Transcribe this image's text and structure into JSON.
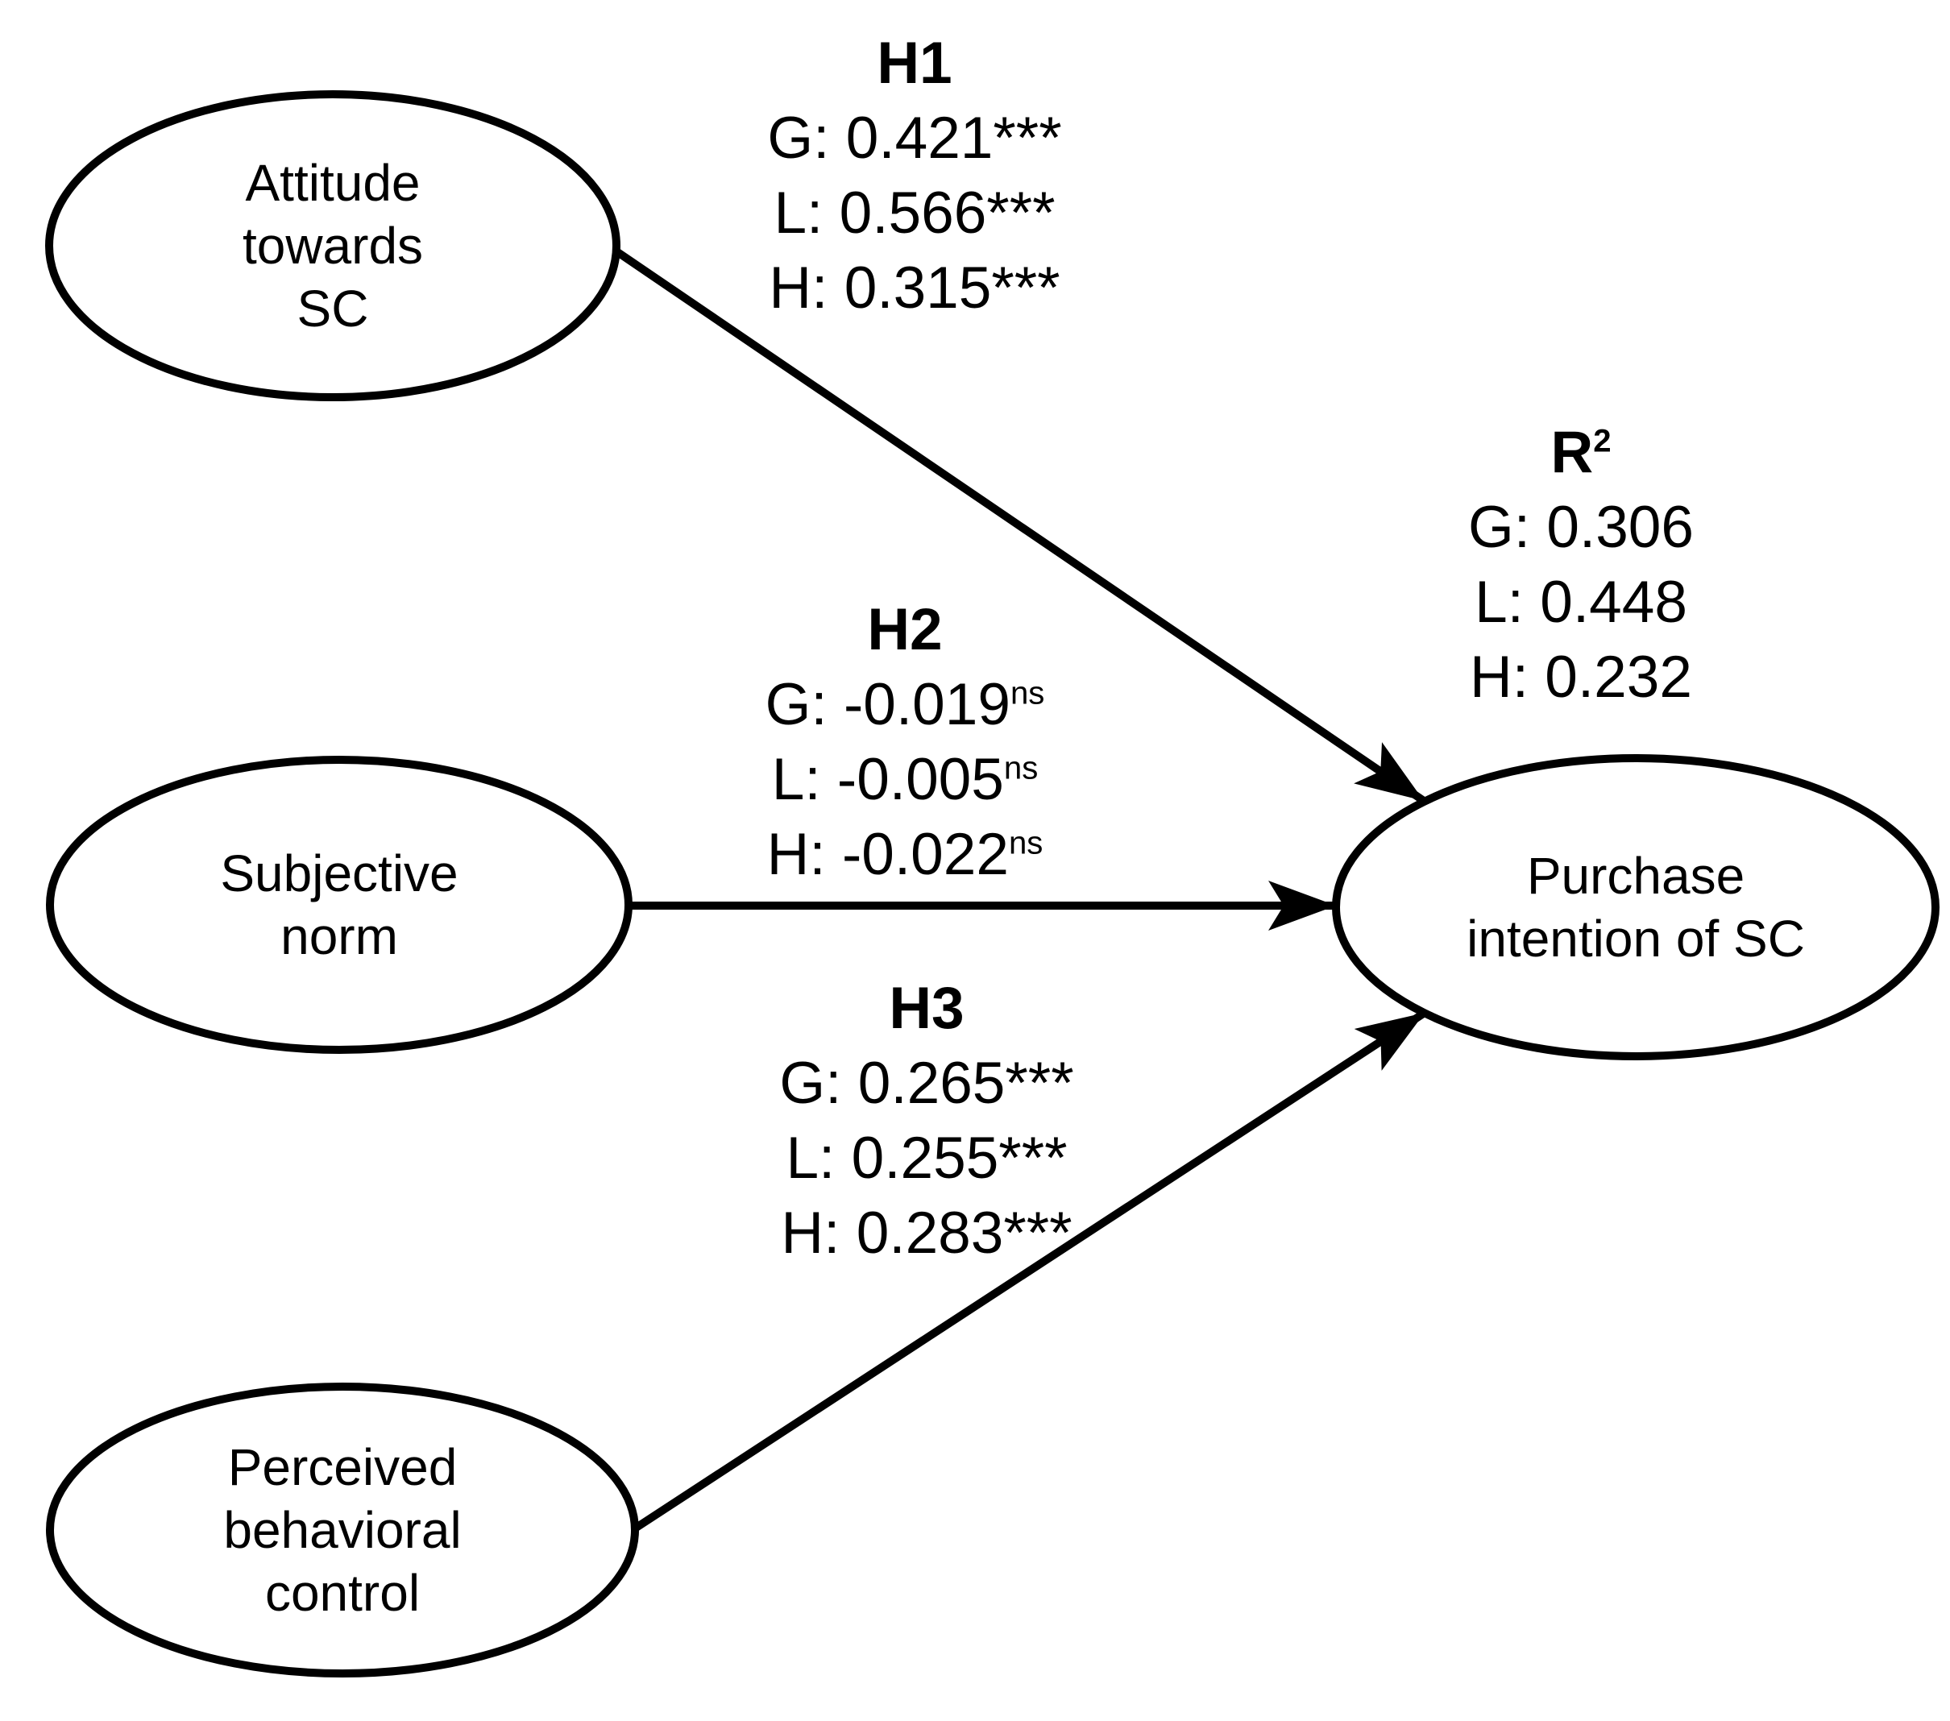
{
  "figure": {
    "type": "structural-path-model",
    "background_color": "#ffffff",
    "stroke_color": "#000000",
    "text_color": "#000000",
    "nodes": [
      {
        "id": "attitude",
        "label": "Attitude\ntowards\nSC"
      },
      {
        "id": "subjective-norm",
        "label": "Subjective\nnorm"
      },
      {
        "id": "perceived-behavioral-control",
        "label": "Perceived\nbehavioral\ncontrol"
      },
      {
        "id": "purchase-intention",
        "label": "Purchase\nintention of SC"
      }
    ],
    "paths": [
      {
        "id": "H1",
        "from": "attitude",
        "to": "purchase-intention",
        "title": "H1",
        "coefficients": [
          {
            "text": "G: 0.421***",
            "sup": ""
          },
          {
            "text": "L: 0.566***",
            "sup": ""
          },
          {
            "text": "H: 0.315***",
            "sup": ""
          }
        ]
      },
      {
        "id": "H2",
        "from": "subjective-norm",
        "to": "purchase-intention",
        "title": "H2",
        "coefficients": [
          {
            "text": "G: -0.019",
            "sup": "ns"
          },
          {
            "text": "L: -0.005",
            "sup": "ns"
          },
          {
            "text": "H: -0.022",
            "sup": "ns"
          }
        ]
      },
      {
        "id": "H3",
        "from": "perceived-behavioral-control",
        "to": "purchase-intention",
        "title": "H3",
        "coefficients": [
          {
            "text": "G: 0.265***",
            "sup": ""
          },
          {
            "text": "L: 0.255***",
            "sup": ""
          },
          {
            "text": "H: 0.283***",
            "sup": ""
          }
        ]
      }
    ],
    "r_squared": {
      "title": "R",
      "title_sup": "2",
      "values": [
        "G: 0.306",
        "L: 0.448",
        "H: 0.232"
      ]
    }
  }
}
